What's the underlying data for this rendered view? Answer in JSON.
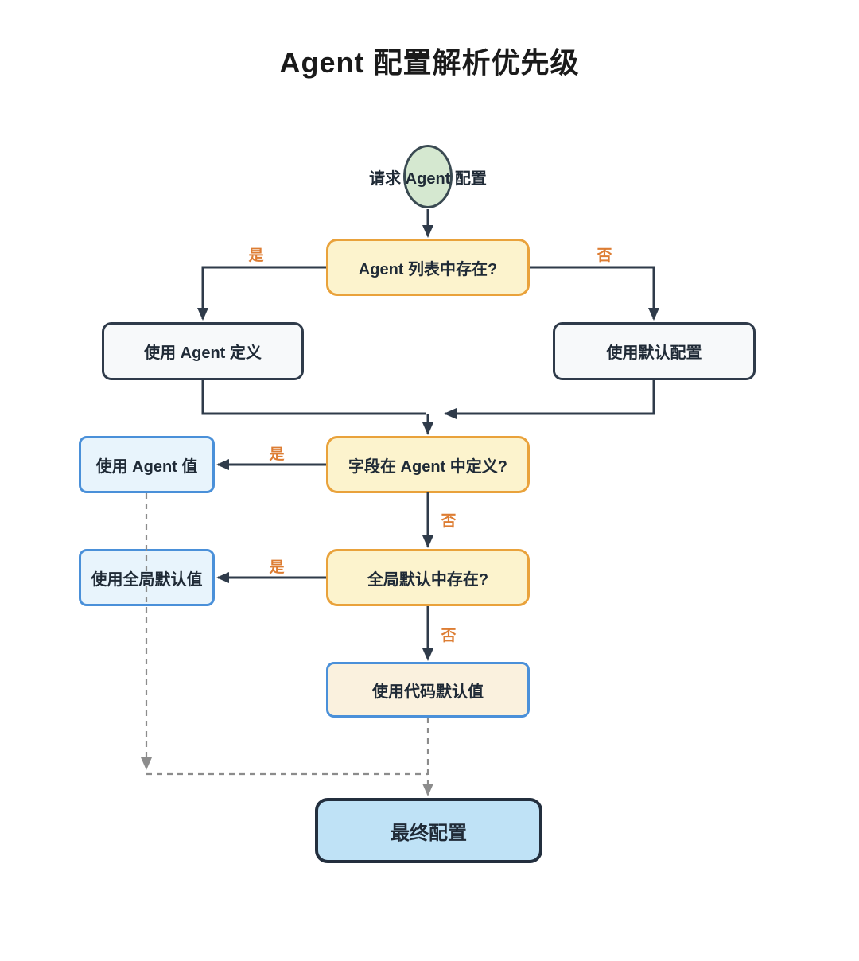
{
  "title": "Agent 配置解析优先级",
  "nodes": {
    "start": "请求 Agent 配置",
    "decision_agent_list": "Agent 列表中存在?",
    "use_agent_definition": "使用 Agent 定义",
    "use_default_config": "使用默认配置",
    "decision_field_defined": "字段在 Agent 中定义?",
    "use_agent_value": "使用 Agent 值",
    "decision_global_default": "全局默认中存在?",
    "use_global_default": "使用全局默认值",
    "use_code_default": "使用代码默认值",
    "final_config": "最终配置"
  },
  "edge_labels": {
    "yes1": "是",
    "no1": "否",
    "yes2": "是",
    "no2": "否",
    "yes3": "是",
    "no3": "否"
  },
  "palette": {
    "line": "#2f3b4a",
    "dashed_line": "#8c8c8c",
    "decision_fill": "#fcf3cd",
    "decision_border": "#e9a23b",
    "process_fill": "#f7f9fa",
    "process_border": "#2f3b4a",
    "result_fill": "#e8f4fc",
    "result_border": "#4a90d9",
    "code_fill": "#faf1de",
    "start_fill": "#d5e8d0",
    "final_fill": "#bfe2f6",
    "final_border": "#232f3e",
    "edge_label": "#dd7d33",
    "title_text": "#1a1a1a"
  }
}
